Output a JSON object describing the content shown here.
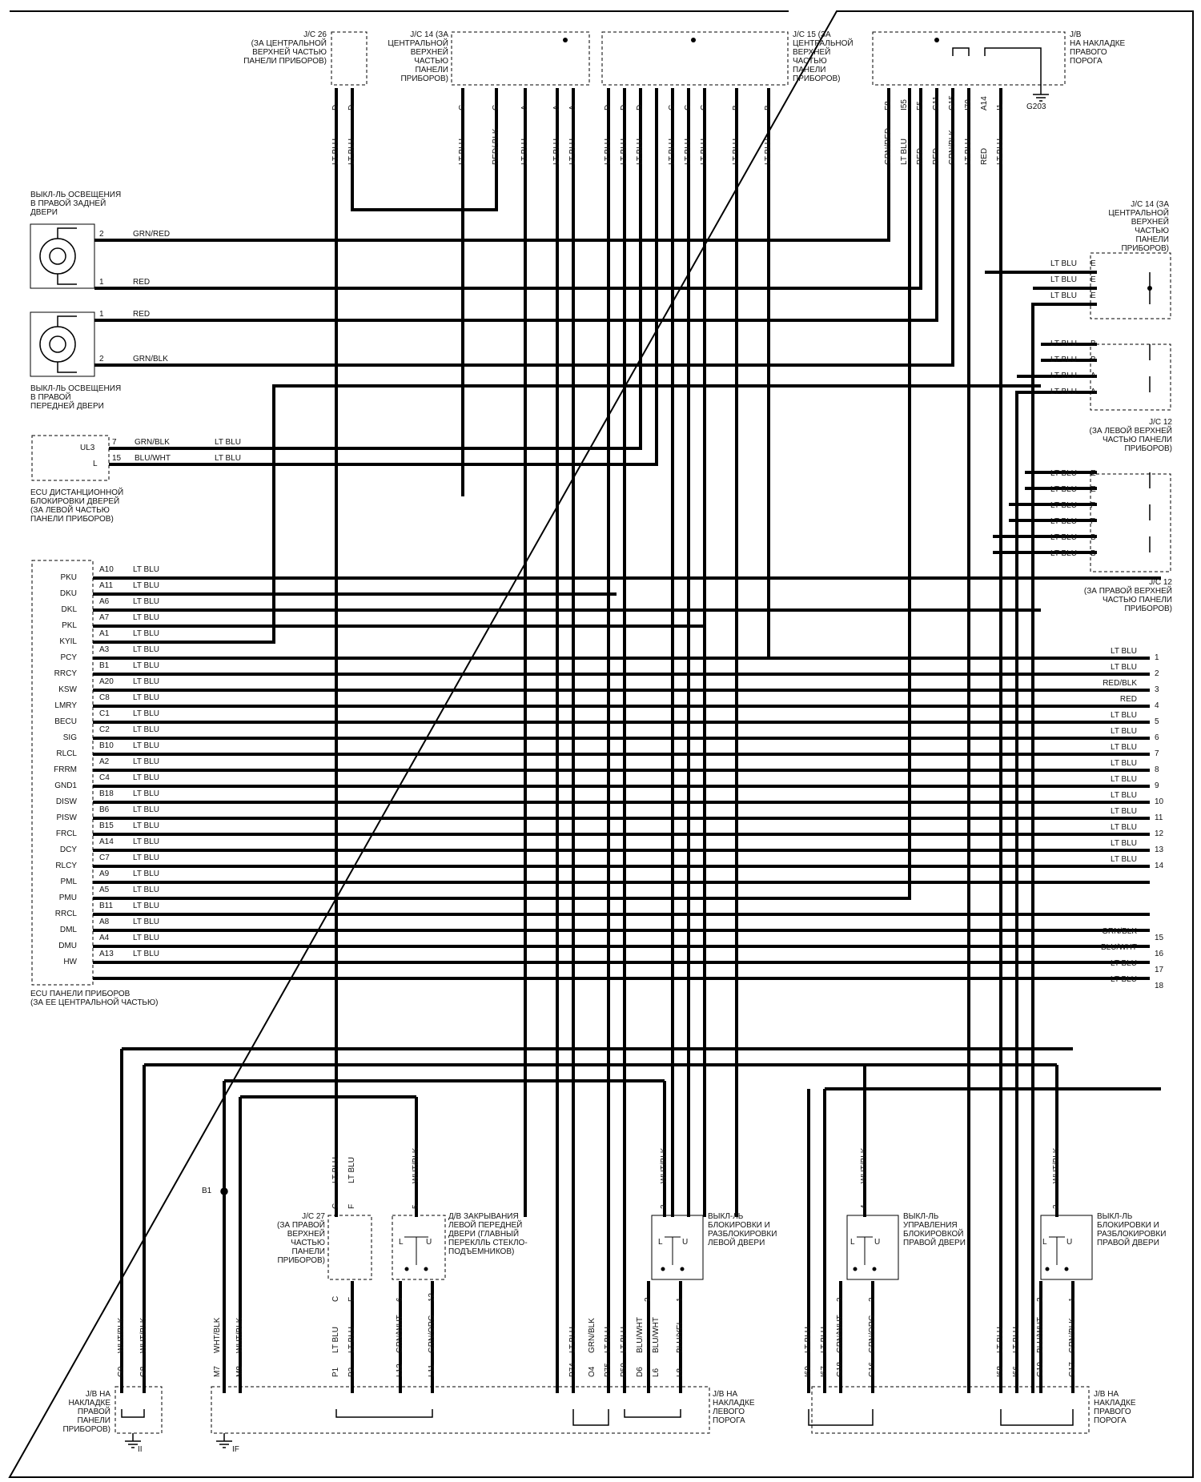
{
  "blocks": {
    "jc26": "J/C 26\n(ЗА ЦЕНТРАЛЬНОЙ\nВЕРХНЕЙ ЧАСТЬЮ\nПАНЕЛИ ПРИБОРОВ)",
    "jc14_top": "J/C 14 (ЗА\nЦЕНТРАЛЬНОЙ\nВЕРХНЕЙ\nЧАСТЬЮ\nПАНЕЛИ\nПРИБОРОВ)",
    "jc15": "J/C 15 (ЗА\nЦЕНТРАЛЬНОЙ\nВЕРХНЕЙ\nЧАСТЬЮ\nПАНЕЛИ\nПРИБОРОВ)",
    "jb_right_top": "J/B\nНА НАКЛАДКЕ\nПРАВОГО\nПОРОГА",
    "ground_top": "G203",
    "rear_door_switch": "ВЫКЛ-ЛЬ ОСВЕЩЕНИЯ\nВ ПРАВОЙ ЗАДНЕЙ\nДВЕРИ",
    "front_door_switch": "ВЫКЛ-ЛЬ ОСВЕЩЕНИЯ\nВ ПРАВОЙ\nПЕРЕДНЕЙ ДВЕРИ",
    "remote_ecu": "ECU ДИСТАНЦИОННОЙ\nБЛОКИРОВКИ ДВЕРЕЙ\n(ЗА ЛЕВОЙ ЧАСТЬЮ\nПАНЕЛИ ПРИБОРОВ)",
    "jc14_right": "J/C 14 (ЗА\nЦЕНТРАЛЬНОЙ\nВЕРХНЕЙ\nЧАСТЬЮ\nПАНЕЛИ\nПРИБОРОВ)",
    "jc12_left": "J/C 12\n(ЗА ЛЕВОЙ ВЕРХНЕЙ\nЧАСТЬЮ ПАНЕЛИ\nПРИБОРОВ)",
    "jc12_right": "J/C 12\n(ЗА ПРАВОЙ ВЕРХНЕЙ\nЧАСТЬЮ ПАНЕЛИ\nПРИБОРОВ)",
    "panel_ecu": "ECU ПАНЕЛИ ПРИБОРОВ\n(ЗА ЕЕ ЦЕНТРАЛЬНОЙ ЧАСТЬЮ)",
    "jc27": "J/C 27\n(ЗА ПРАВОЙ\nВЕРХНЕЙ\nЧАСТЬЮ\nПАНЕЛИ\nПРИБОРОВ)",
    "window_switch": "Д/В ЗАКРЫВАНИЯ\nЛЕВОЙ ПЕРЕДНЕЙ\nДВЕРИ (ГЛАВНЫЙ\nПЕРЕКЛЛЬ СТЕКЛО-\nПОДЪЕМНИКОВ)",
    "left_lock_switch": "ВЫКЛ-ЛЬ\nБЛОКИРОВКИ И\nРАЗБЛОКИРОВКИ\nЛЕВОЙ ДВЕРИ",
    "right_control_switch": "ВЫКЛ-ЛЬ\nУПРАВЛЕНИЯ\nБЛОКИРОВКОЙ\nПРАВОЙ ДВЕРИ",
    "right_lock_switch": "ВЫКЛ-ЛЬ\nБЛОКИРОВКИ И\nРАЗБЛОКИРОВКИ\nПРАВОЙ ДВЕРИ",
    "jb_panel": "J/B НА\nНАКЛАДКЕ\nПРАВОЙ\nПАНЕЛИ\nПРИБОРОВ)",
    "jb_left_sill": "J/B НА\nНАКЛАДКЕ\nЛЕВОГО\nПОРОГА",
    "jb_right_sill": "J/B НА\nНАКЛАДКЕ\nПРАВОГО\nПОРОГА",
    "gnd_ii": "II",
    "gnd_if": "IF",
    "b1": "B1",
    "ul3": "UL3",
    "l": "L"
  },
  "ecu_pins": [
    {
      "name": "PKU",
      "pin": "A10",
      "wire": "LT BLU"
    },
    {
      "name": "DKU",
      "pin": "A11",
      "wire": "LT BLU"
    },
    {
      "name": "DKL",
      "pin": "A6",
      "wire": "LT BLU"
    },
    {
      "name": "PKL",
      "pin": "A7",
      "wire": "LT BLU"
    },
    {
      "name": "KYIL",
      "pin": "A1",
      "wire": "LT BLU"
    },
    {
      "name": "PCY",
      "pin": "A3",
      "wire": "LT BLU"
    },
    {
      "name": "RRCY",
      "pin": "B1",
      "wire": "LT BLU"
    },
    {
      "name": "KSW",
      "pin": "A20",
      "wire": "LT BLU"
    },
    {
      "name": "LMRY",
      "pin": "C8",
      "wire": "LT BLU"
    },
    {
      "name": "BECU",
      "pin": "C1",
      "wire": "LT BLU"
    },
    {
      "name": "SIG",
      "pin": "C2",
      "wire": "LT BLU"
    },
    {
      "name": "RLCL",
      "pin": "B10",
      "wire": "LT BLU"
    },
    {
      "name": "FRRM",
      "pin": "A2",
      "wire": "LT BLU"
    },
    {
      "name": "GND1",
      "pin": "C4",
      "wire": "LT BLU"
    },
    {
      "name": "DISW",
      "pin": "B18",
      "wire": "LT BLU"
    },
    {
      "name": "PISW",
      "pin": "B6",
      "wire": "LT BLU"
    },
    {
      "name": "FRCL",
      "pin": "B15",
      "wire": "LT BLU"
    },
    {
      "name": "DCY",
      "pin": "A14",
      "wire": "LT BLU"
    },
    {
      "name": "RLCY",
      "pin": "C7",
      "wire": "LT BLU"
    },
    {
      "name": "PML",
      "pin": "A9",
      "wire": "LT BLU"
    },
    {
      "name": "PMU",
      "pin": "A5",
      "wire": "LT BLU"
    },
    {
      "name": "RRCL",
      "pin": "B11",
      "wire": "LT BLU"
    },
    {
      "name": "DML",
      "pin": "A8",
      "wire": "LT BLU"
    },
    {
      "name": "DMU",
      "pin": "A4",
      "wire": "LT BLU"
    },
    {
      "name": "HW",
      "pin": "A13",
      "wire": "LT BLU"
    }
  ],
  "right_terminals": [
    {
      "num": "1",
      "wire": "LT BLU"
    },
    {
      "num": "2",
      "wire": "LT BLU"
    },
    {
      "num": "3",
      "wire": "RED/BLK"
    },
    {
      "num": "4",
      "wire": "RED"
    },
    {
      "num": "5",
      "wire": "LT BLU"
    },
    {
      "num": "6",
      "wire": "LT BLU"
    },
    {
      "num": "7",
      "wire": "LT BLU"
    },
    {
      "num": "8",
      "wire": "LT BLU"
    },
    {
      "num": "9",
      "wire": "LT BLU"
    },
    {
      "num": "10",
      "wire": "LT BLU"
    },
    {
      "num": "11",
      "wire": "LT BLU"
    },
    {
      "num": "12",
      "wire": "LT BLU"
    },
    {
      "num": "13",
      "wire": "LT BLU"
    },
    {
      "num": "14",
      "wire": "LT BLU"
    },
    {
      "num": "15",
      "wire": "GRN/BLK"
    },
    {
      "num": "16",
      "wire": "BLU/WHT"
    },
    {
      "num": "17",
      "wire": "LT BLU"
    },
    {
      "num": "18",
      "wire": "LT BLU"
    }
  ],
  "jc_right_pins": [
    {
      "wire": "LT BLU",
      "pin": "E"
    },
    {
      "wire": "LT BLU",
      "pin": "E"
    },
    {
      "wire": "LT BLU",
      "pin": "E"
    },
    {
      "wire": "LT BLU",
      "pin": "B"
    },
    {
      "wire": "LT BLU",
      "pin": "B"
    },
    {
      "wire": "LT BLU",
      "pin": "A"
    },
    {
      "wire": "LT BLU",
      "pin": "A"
    },
    {
      "wire": "LT BLU",
      "pin": "E"
    },
    {
      "wire": "LT BLU",
      "pin": "E"
    },
    {
      "wire": "LT BLU",
      "pin": "F"
    },
    {
      "wire": "LT BLU",
      "pin": "F"
    },
    {
      "wire": "LT BLU",
      "pin": "B"
    },
    {
      "wire": "LT BLU",
      "pin": "B"
    }
  ],
  "door_switch_wires": [
    {
      "pin": "2",
      "wire": "GRN/RED"
    },
    {
      "pin": "1",
      "wire": "RED"
    },
    {
      "pin": "1",
      "wire": "RED"
    },
    {
      "pin": "2",
      "wire": "GRN/BLK"
    }
  ],
  "remote_wires": [
    {
      "pin": "7",
      "wire": "GRN/BLK",
      "wire2": "LT BLU"
    },
    {
      "pin": "15",
      "wire": "BLU/WHT",
      "wire2": "LT BLU"
    }
  ],
  "top_conn_labels": [
    {
      "pin": "D",
      "wire": "LT BLU"
    },
    {
      "pin": "D",
      "wire": "LT BLU"
    },
    {
      "pin": "C",
      "wire": "LT BLU"
    },
    {
      "pin": "C",
      "wire": "RED/\nBLK"
    },
    {
      "pin": "A",
      "wire": "LT BLU"
    },
    {
      "pin": "A",
      "wire": "LT BLU"
    },
    {
      "pin": "A",
      "wire": "LT BLU"
    },
    {
      "pin": "D",
      "wire": "LT BLU"
    },
    {
      "pin": "D",
      "wire": "LT BLU"
    },
    {
      "pin": "D",
      "wire": "LT BLU"
    },
    {
      "pin": "C",
      "wire": "LT BLU"
    },
    {
      "pin": "C",
      "wire": "LT BLU"
    },
    {
      "pin": "C",
      "wire": "LT BLU"
    },
    {
      "pin": "B",
      "wire": "LT BLU"
    },
    {
      "pin": "B",
      "wire": "LT BLU"
    },
    {
      "pin": "F8",
      "wire": "GRN/RED"
    },
    {
      "pin": "I55",
      "wire": "LT BLU"
    },
    {
      "pin": "F5",
      "wire": "RED"
    },
    {
      "pin": "G11",
      "wire": "RED"
    },
    {
      "pin": "G15",
      "wire": "GRN/BLK"
    },
    {
      "pin": "I70",
      "wire": "LT BLU"
    },
    {
      "pin": "A14",
      "wire": "RED"
    },
    {
      "pin": "I1",
      "wire": "LT BLU"
    }
  ],
  "bottom_labels": [
    {
      "pin": "G9",
      "wire": "WHT/BLK"
    },
    {
      "pin": "G8",
      "wire": "WHT/BLK"
    },
    {
      "pin": "M7",
      "wire": "WHT/BLK"
    },
    {
      "pin": "M8",
      "wire": "WHT/BLK"
    },
    {
      "pin": "P1",
      "wire": "LT BLU"
    },
    {
      "pin": "P2",
      "wire": "LT BLU"
    },
    {
      "pin": "L12",
      "wire": "GRN/WHT"
    },
    {
      "pin": "L11",
      "wire": "GRN/ORG"
    },
    {
      "pin": "P74",
      "wire": "LT BLU"
    },
    {
      "pin": "O4",
      "wire": "GRN/BLK"
    },
    {
      "pin": "P75",
      "wire": "LT BLU"
    },
    {
      "pin": "P59",
      "wire": "LT BLU"
    },
    {
      "pin": "D6",
      "wire": "BLU/WHT"
    },
    {
      "pin": "L6",
      "wire": "BLU/WHT"
    },
    {
      "pin": "L8",
      "wire": "BLU/YEL"
    },
    {
      "pin": "I69",
      "wire": "LT BLU"
    },
    {
      "pin": "I67",
      "wire": "LT BLU"
    },
    {
      "pin": "G18",
      "wire": "GRN/WHT"
    },
    {
      "pin": "G16",
      "wire": "GRN/ORG"
    },
    {
      "pin": "I68",
      "wire": "LT BLU"
    },
    {
      "pin": "I66",
      "wire": "LT BLU"
    },
    {
      "pin": "G19",
      "wire": "BLU/WHT"
    },
    {
      "pin": "G17",
      "wire": "GRN/BLK"
    }
  ],
  "switch_top_labels": [
    {
      "pin": "C",
      "wire": "LT BLU"
    },
    {
      "pin": "F",
      "wire": "LT BLU"
    },
    {
      "pin": "5",
      "wire": "WHT/BLK"
    },
    {
      "pin": "3",
      "wire": "WHT/BLK"
    },
    {
      "pin": "4",
      "wire": "WHT/BLK"
    },
    {
      "pin": "3",
      "wire": "WHT/BLK"
    }
  ],
  "switch_bottom_pins": [
    "C",
    "F",
    "6",
    "12",
    "2",
    "1",
    "3",
    "2",
    "2",
    "1"
  ],
  "switch_letters": [
    "L",
    "U",
    "L",
    "U",
    "L",
    "U",
    "L",
    "U"
  ]
}
